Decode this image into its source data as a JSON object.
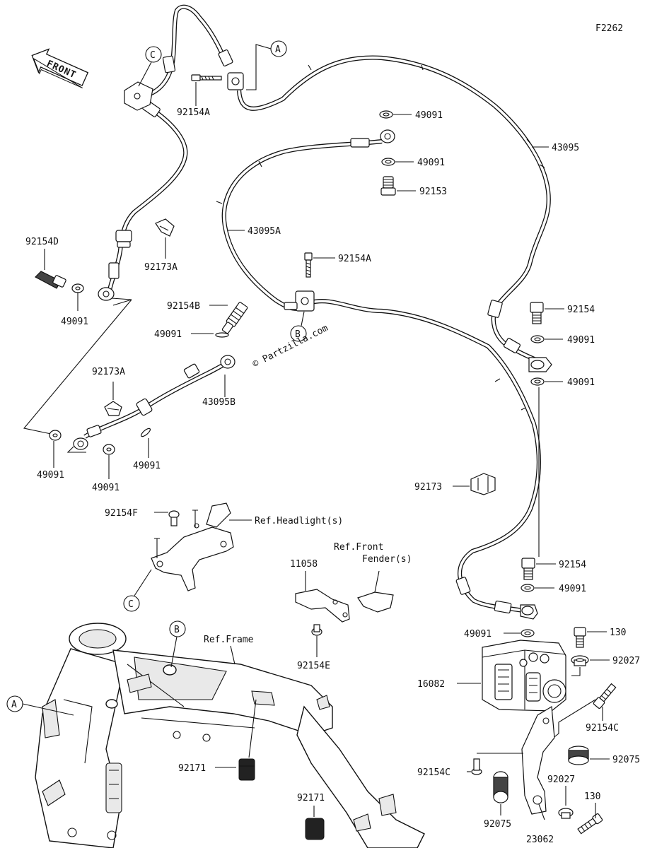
{
  "figure_code": "F2262",
  "watermark": "© Partzilla.com",
  "front_arrow_label": "FRONT",
  "markers": {
    "a": "A",
    "b": "B",
    "c": "C"
  },
  "labels": {
    "p92154A_top": "92154A",
    "p49091_a": "49091",
    "p43095": "43095",
    "p49091_b": "49091",
    "p92153": "92153",
    "p43095A": "43095A",
    "p92154A_mid": "92154A",
    "p92154D": "92154D",
    "p92173A_top": "92173A",
    "p49091_left": "49091",
    "p92154B": "92154B",
    "p49091_c": "49091",
    "p92154_r1": "92154",
    "p49091_r1": "49091",
    "p49091_r2": "49091",
    "p92173A_mid": "92173A",
    "p43095B": "43095B",
    "p49091_bl1": "49091",
    "p49091_bl2": "49091",
    "p49091_bl3": "49091",
    "p92173": "92173",
    "p92154F": "92154F",
    "ref_headlight": "Ref.Headlight(s)",
    "ref_front_fender_1": "Ref.Front",
    "ref_front_fender_2": "Fender(s)",
    "p11058": "11058",
    "p92154_r2": "92154",
    "p49091_r3": "49091",
    "p49091_r4": "49091",
    "p130_a": "130",
    "p92027_a": "92027",
    "ref_frame": "Ref.Frame",
    "p92154E": "92154E",
    "p16082": "16082",
    "p92154C_r": "92154C",
    "p92075_r": "92075",
    "p92171_a": "92171",
    "p92171_b": "92171",
    "p92154C_l": "92154C",
    "p92027_b": "92027",
    "p130_b": "130",
    "p92075_b": "92075",
    "p23062": "23062"
  }
}
